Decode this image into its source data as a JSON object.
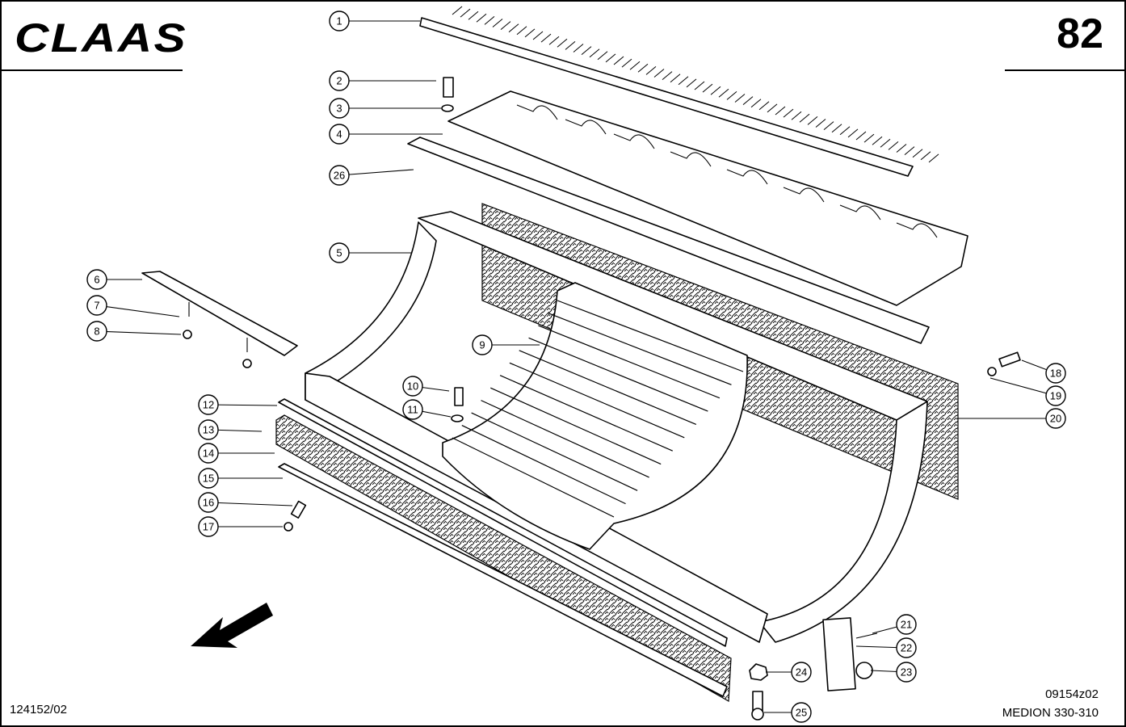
{
  "header": {
    "brand": "CLAAS",
    "page_number": "82"
  },
  "footer": {
    "doc_number": "124152/02",
    "drawing_code": "09154z02",
    "model": "MEDION 330-310"
  },
  "callouts": [
    "1",
    "2",
    "3",
    "4",
    "5",
    "6",
    "7",
    "8",
    "9",
    "10",
    "11",
    "12",
    "13",
    "14",
    "15",
    "16",
    "17",
    "18",
    "19",
    "20",
    "21",
    "22",
    "23",
    "24",
    "25",
    "26"
  ],
  "colors": {
    "ink": "#000000",
    "paper": "#ffffff"
  },
  "icons": {
    "direction": "direction-arrow-icon"
  }
}
